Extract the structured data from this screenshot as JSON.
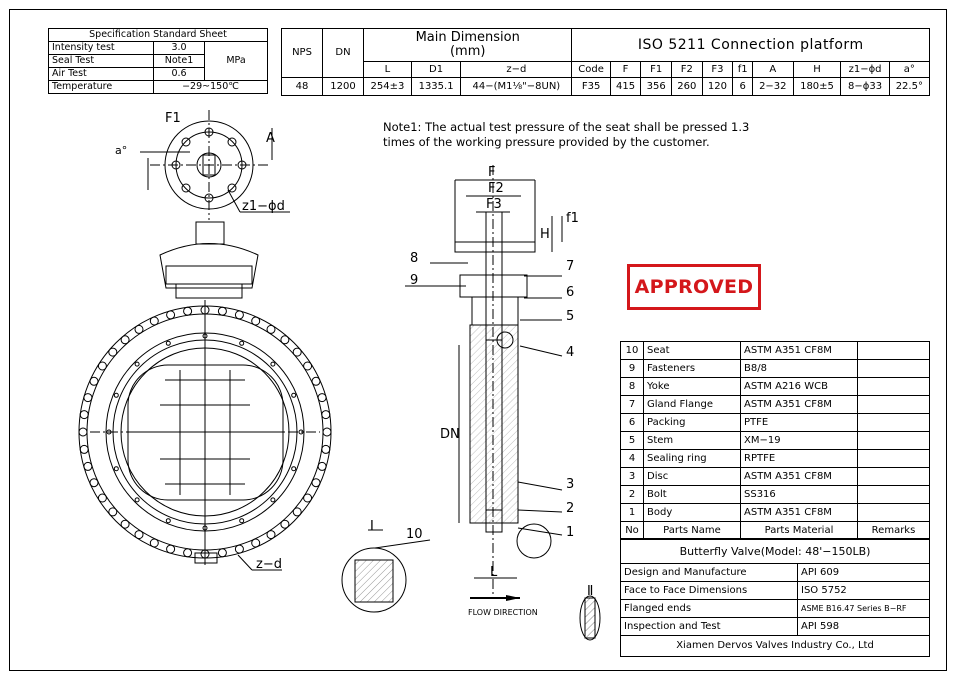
{
  "spec_sheet": {
    "title": "Specification Standard Sheet",
    "rows": [
      {
        "label": "Intensity test",
        "value": "3.0"
      },
      {
        "label": "Seal Test",
        "value": "Note1"
      },
      {
        "label": "Air Test",
        "value": "0.6"
      },
      {
        "label": "Temperature",
        "value": "−29~150℃"
      }
    ],
    "unit": "MPa"
  },
  "main_dimension": {
    "nps_header": "NPS",
    "dn_header": "DN",
    "title_line1": "Main Dimension",
    "title_line2": "(mm)",
    "cols": [
      "L",
      "D1",
      "z−d"
    ],
    "values": {
      "nps": "48",
      "dn": "1200",
      "L": "254±3",
      "D1": "1335.1",
      "zd": "44−(M1⅛\"−8UN)"
    }
  },
  "iso_platform": {
    "title": "ISO 5211 Connection platform",
    "cols": [
      "Code",
      "F",
      "F1",
      "F2",
      "F3",
      "f1",
      "A",
      "H",
      "z1−ϕd",
      "a°"
    ],
    "values": [
      "F35",
      "415",
      "356",
      "260",
      "120",
      "6",
      "2−32",
      "180±5",
      "8−ϕ33",
      "22.5°"
    ]
  },
  "note": {
    "line1": "Note1: The actual test pressure of the seat shall be pressed 1.3",
    "line2": "times of the working pressure provided by the customer."
  },
  "stamp": "APPROVED",
  "drawing_labels": {
    "F1": "F1",
    "a": "a°",
    "A": "A",
    "z1d": "z1−ϕd",
    "zd": "z−d",
    "F": "F",
    "F2": "F2",
    "F3": "F3",
    "H": "H",
    "f1": "f1",
    "DN": "DN",
    "L": "L",
    "detail1": "Ⅰ",
    "detail2": "Ⅱ",
    "flow": "FLOW DIRECTION",
    "callouts": [
      "8",
      "9",
      "7",
      "6",
      "5",
      "4",
      "3",
      "2",
      "1",
      "10"
    ]
  },
  "parts": {
    "rows": [
      {
        "no": "10",
        "name": "Seat",
        "material": "ASTM A351 CF8M",
        "remarks": ""
      },
      {
        "no": "9",
        "name": "Fasteners",
        "material": "B8/8",
        "remarks": ""
      },
      {
        "no": "8",
        "name": "Yoke",
        "material": "ASTM A216 WCB",
        "remarks": ""
      },
      {
        "no": "7",
        "name": "Gland Flange",
        "material": "ASTM A351 CF8M",
        "remarks": ""
      },
      {
        "no": "6",
        "name": "Packing",
        "material": "PTFE",
        "remarks": ""
      },
      {
        "no": "5",
        "name": "Stem",
        "material": "XM−19",
        "remarks": ""
      },
      {
        "no": "4",
        "name": "Sealing ring",
        "material": "RPTFE",
        "remarks": ""
      },
      {
        "no": "3",
        "name": "Disc",
        "material": "ASTM A351 CF8M",
        "remarks": ""
      },
      {
        "no": "2",
        "name": "Bolt",
        "material": "SS316",
        "remarks": ""
      },
      {
        "no": "1",
        "name": "Body",
        "material": "ASTM A351 CF8M",
        "remarks": ""
      }
    ],
    "header": {
      "no": "No",
      "name": "Parts Name",
      "material": "Parts Material",
      "remarks": "Remarks"
    }
  },
  "title_block": {
    "product": "Butterfly Valve(Model: 48'−150LB)",
    "rows": [
      {
        "label": "Design and Manufacture",
        "value": "API 609"
      },
      {
        "label": "Face to Face Dimensions",
        "value": "ISO 5752"
      },
      {
        "label": "Flanged ends",
        "value": "ASME B16.47 Series B−RF"
      },
      {
        "label": "Inspection and Test",
        "value": "API 598"
      }
    ],
    "company": "Xiamen Dervos Valves Industry Co., Ltd"
  }
}
